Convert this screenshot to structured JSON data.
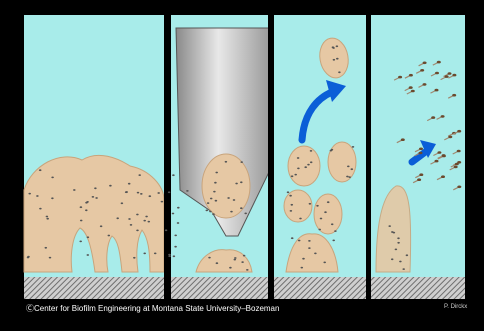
{
  "credit_text": "ⒸCenter for Biofilm Engineering at Montana State University–Bozeman",
  "author_text": "P. Dirckx",
  "colors": {
    "background": "#000000",
    "water": "#a8ecea",
    "biofilm": "#e6c8a4",
    "bacteria": "#555555",
    "arrow": "#0b5ed7",
    "substrate": "#777777"
  },
  "panels": [
    {
      "stage": "biofilm-growth"
    },
    {
      "stage": "erosion-sloughing"
    },
    {
      "stage": "clump-detachment"
    },
    {
      "stage": "dispersal"
    }
  ]
}
